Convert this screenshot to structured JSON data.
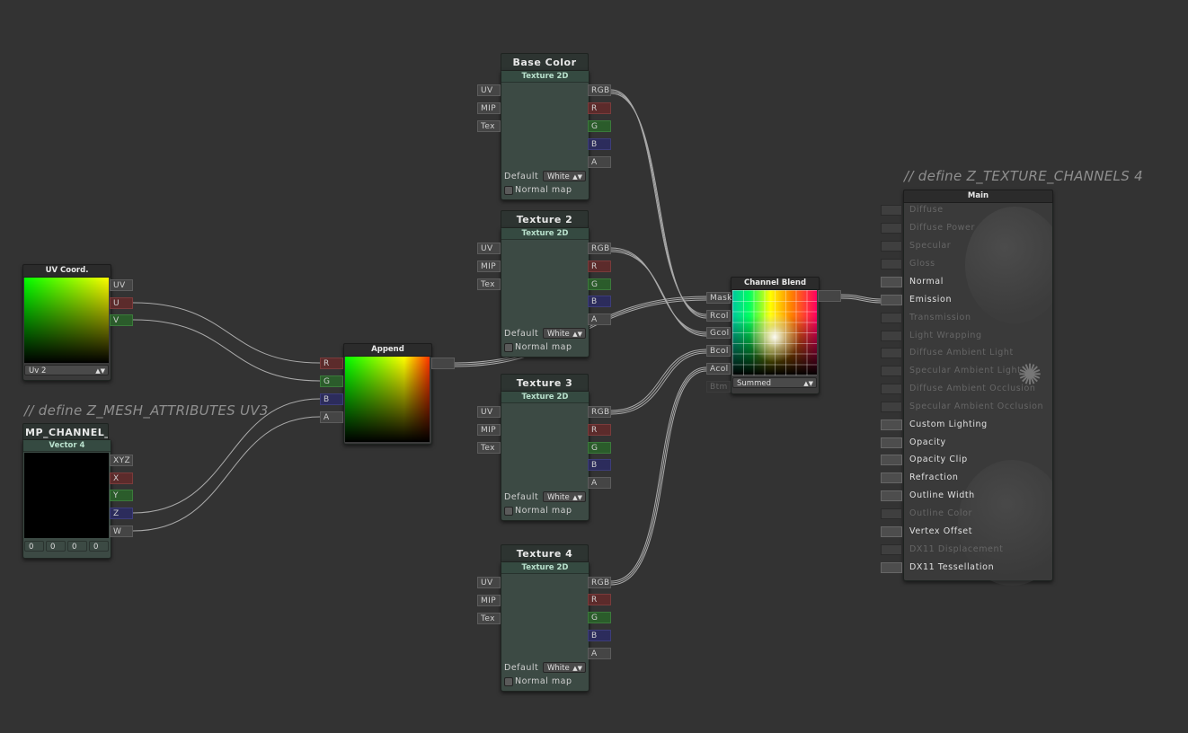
{
  "nodes": {
    "uv_coord": {
      "title": "UV Coord.",
      "ports": [
        "UV",
        "U",
        "V"
      ],
      "dropdown": "Uv 2"
    },
    "vector4": {
      "tab": "MP_CHANNEL_U",
      "title": "Vector 4",
      "ports": [
        "XYZ",
        "X",
        "Y",
        "Z",
        "W"
      ],
      "values": [
        "0",
        "0",
        "0",
        "0"
      ]
    },
    "append": {
      "title": "Append",
      "ports": [
        "R",
        "G",
        "B",
        "A"
      ]
    },
    "channel_blend": {
      "title": "Channel Blend",
      "ports": [
        "Mask",
        "Rcol",
        "Gcol",
        "Bcol",
        "Acol",
        "Btm"
      ],
      "dropdown": "Summed"
    },
    "textures": [
      {
        "title": "Base Color",
        "sub": "Texture 2D"
      },
      {
        "title": "Texture 2",
        "sub": "Texture 2D"
      },
      {
        "title": "Texture 3",
        "sub": "Texture 2D"
      },
      {
        "title": "Texture 4",
        "sub": "Texture 2D"
      }
    ],
    "texture_common": {
      "in_ports": [
        "UV",
        "MIP",
        "Tex"
      ],
      "out_ports": [
        "RGB",
        "R",
        "G",
        "B",
        "A"
      ],
      "default_label": "Default",
      "default_value": "White",
      "normal_map": "Normal map"
    }
  },
  "comments": {
    "mesh_attributes": "// define Z_MESH_ATTRIBUTES UV3",
    "texture_channels": "// define Z_TEXTURE_CHANNELS 4"
  },
  "main": {
    "title": "Main",
    "rows": [
      {
        "label": "Diffuse",
        "active": false
      },
      {
        "label": "Diffuse Power",
        "active": false
      },
      {
        "label": "Specular",
        "active": false
      },
      {
        "label": "Gloss",
        "active": false
      },
      {
        "label": "Normal",
        "active": true
      },
      {
        "label": "Emission",
        "active": true
      },
      {
        "label": "Transmission",
        "active": false
      },
      {
        "label": "Light Wrapping",
        "active": false
      },
      {
        "label": "Diffuse Ambient Light",
        "active": false
      },
      {
        "label": "Specular Ambient Light",
        "active": false
      },
      {
        "label": "Diffuse Ambient Occlusion",
        "active": false
      },
      {
        "label": "Specular Ambient Occlusion",
        "active": false
      },
      {
        "label": "Custom Lighting",
        "active": true
      },
      {
        "label": "Opacity",
        "active": true
      },
      {
        "label": "Opacity Clip",
        "active": true
      },
      {
        "label": "Refraction",
        "active": true
      },
      {
        "label": "Outline Width",
        "active": true
      },
      {
        "label": "Outline Color",
        "active": false
      },
      {
        "label": "Vertex Offset",
        "active": true
      },
      {
        "label": "DX11 Displacement",
        "active": false
      },
      {
        "label": "DX11 Tessellation",
        "active": true
      }
    ]
  },
  "colors": {
    "background": "#333333",
    "node": "#3c4a44",
    "port_red": "#5c2b2b",
    "port_green": "#2b5c2b",
    "port_blue": "#2c2c5c",
    "wire": "#b0b0b0"
  }
}
